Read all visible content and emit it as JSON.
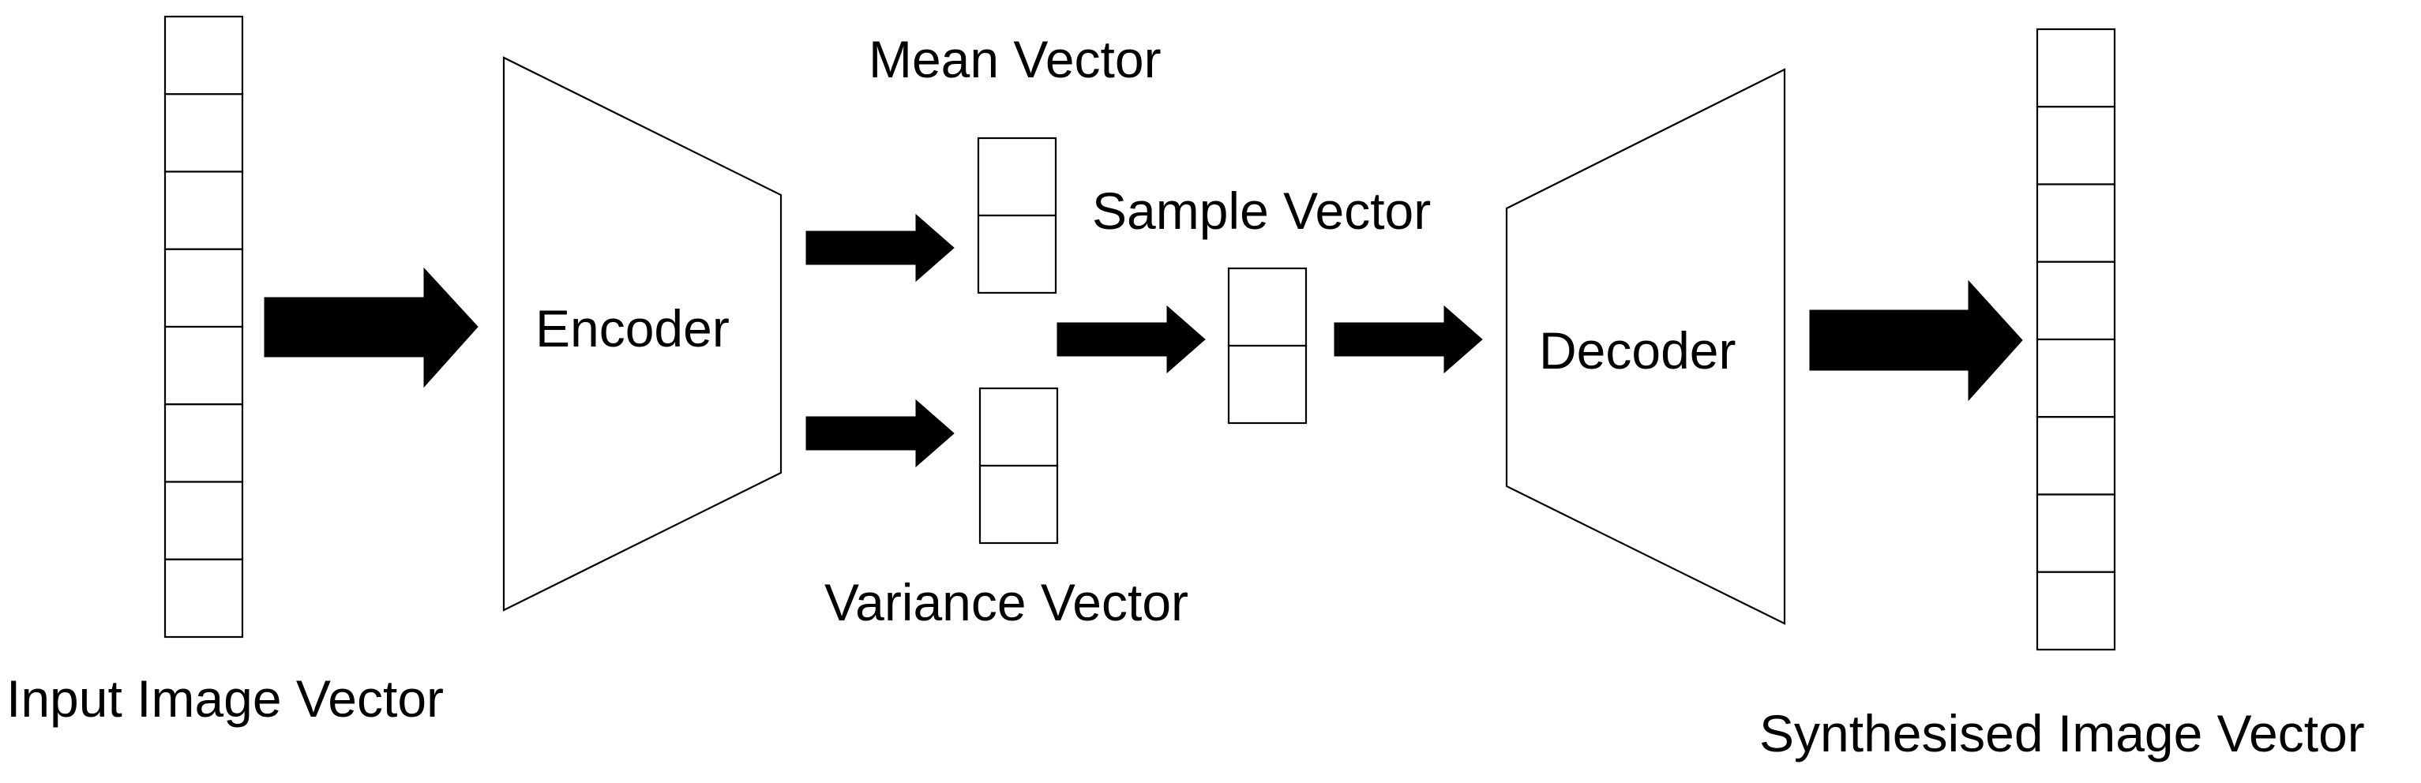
{
  "labels": {
    "input": "Input Image Vector",
    "encoder": "Encoder",
    "mean": "Mean Vector",
    "variance": "Variance Vector",
    "sample": "Sample Vector",
    "decoder": "Decoder",
    "output": "Synthesised Image Vector"
  },
  "vectors": {
    "input_cells": 8,
    "mean_cells": 2,
    "variance_cells": 2,
    "sample_cells": 2,
    "output_cells": 8
  }
}
